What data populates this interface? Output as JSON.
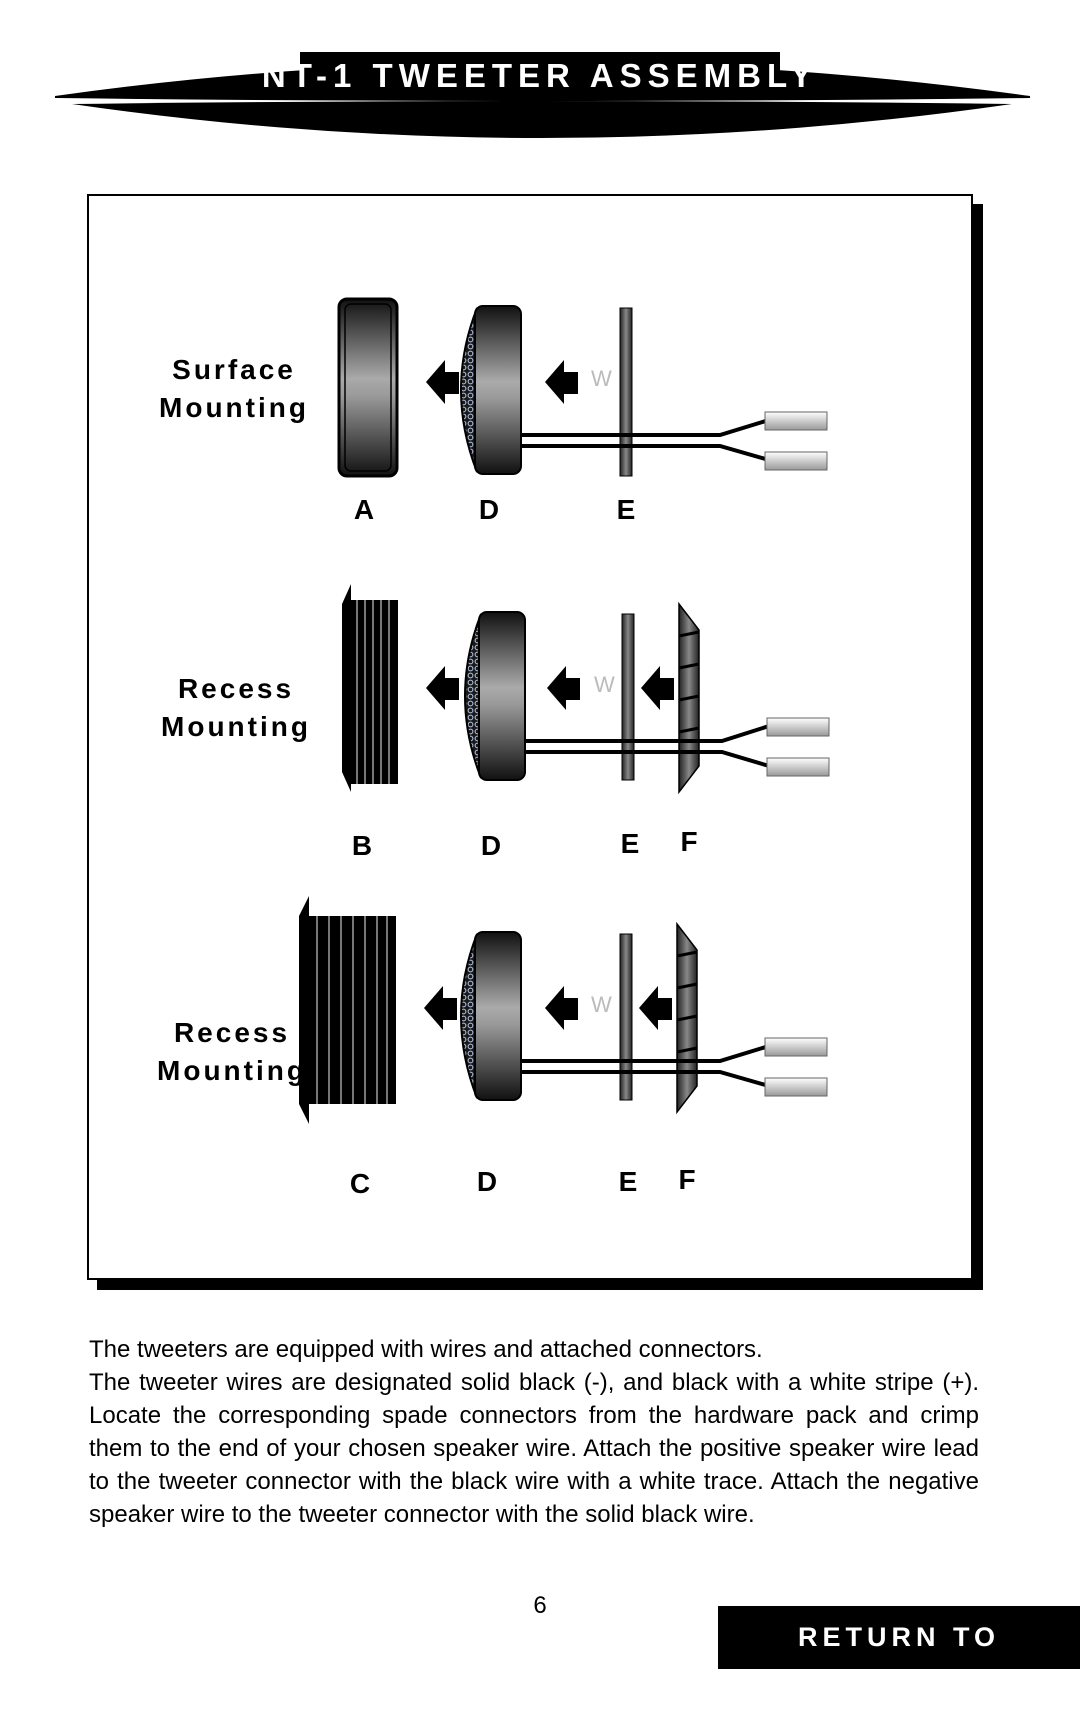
{
  "header": {
    "title": "NT-1 TWEETER ASSEMBLY"
  },
  "figure": {
    "rows": [
      {
        "label_line1": "Surface",
        "label_line2": "Mounting",
        "letters": [
          "A",
          "D",
          "E"
        ]
      },
      {
        "label_line1": "Recess",
        "label_line2": "Mounting",
        "letters": [
          "B",
          "D",
          "E",
          "F"
        ]
      },
      {
        "label_line1": "Recess",
        "label_line2": "Mounting",
        "letters": [
          "C",
          "D",
          "E",
          "F"
        ]
      }
    ],
    "wire_mark": "W"
  },
  "body": {
    "paragraph1": "The tweeters are equipped with wires and attached connectors.",
    "paragraph2": "The tweeter wires are designated solid black (-), and black with a white stripe (+).  Locate the corresponding spade connectors from the hardware pack and crimp them to the end of your chosen speaker wire. Attach the positive speaker wire lead to the tweeter connector with the black wire with a white trace. Attach the negative speaker wire to the tweeter connector with the solid black wire."
  },
  "footer": {
    "page_number": "6",
    "return_label": "RETURN TO CONTENTS"
  }
}
